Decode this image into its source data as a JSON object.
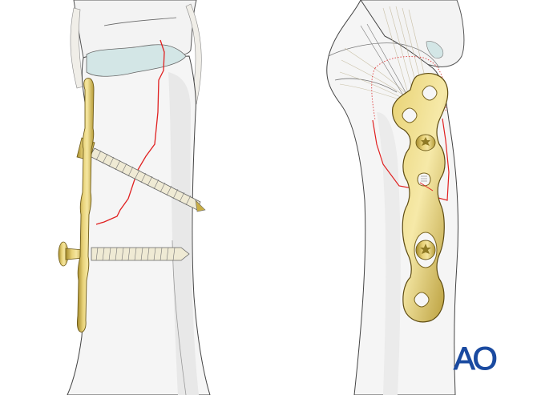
{
  "figure": {
    "description": "Bone fracture fixation illustration: two views (anteroposterior and lateral) of a bone with a plate and screws",
    "views": [
      {
        "id": "ap-view",
        "label": "Anteroposterior view with plate and two screws"
      },
      {
        "id": "lateral-view",
        "label": "Lateral view with T-shaped plate"
      }
    ]
  },
  "logo": {
    "text": "AO",
    "color": "#1a4aa0"
  },
  "colors": {
    "bone": "#f4f4f4",
    "bone_shade": "#e6e6e6",
    "outline": "#555555",
    "cartilage": "#d4e6e6",
    "fracture_line": "#e02020",
    "plate_gold": "#d8bf5a",
    "plate_dark": "#8f7a25",
    "screw_ivory": "#efead4"
  }
}
